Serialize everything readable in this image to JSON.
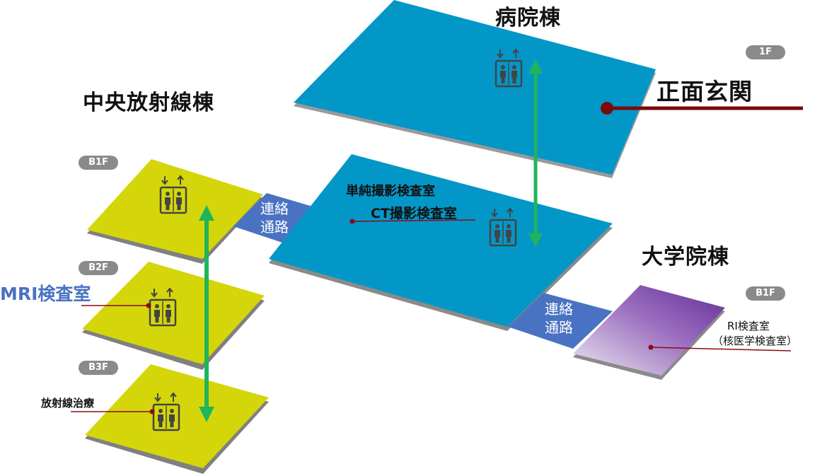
{
  "buildings": {
    "hospital": {
      "title": "病院棟",
      "floor": "1F"
    },
    "central_radiology": {
      "title": "中央放射線棟",
      "floors": [
        "B1F",
        "B2F",
        "B3F"
      ]
    },
    "university": {
      "title": "大学院棟",
      "floor": "B1F"
    }
  },
  "labels": {
    "main_entrance": "正面玄関",
    "general_xray_room": "単純撮影検査室",
    "ct_room": "CT撮影検査室",
    "mri_room": "MRI検査室",
    "radiotherapy": "放射線治療",
    "ri_room_line1": "RI検査室",
    "ri_room_line2": "（核医学検査室）"
  },
  "corridors": {
    "left": [
      "連絡",
      "通路"
    ],
    "right": [
      "連絡",
      "通路"
    ]
  },
  "icons": {
    "elevator": "elevator-icon",
    "vertical_route": "double-arrow-icon",
    "marker": "pin-dot-icon"
  },
  "colors": {
    "hospital_floor": "#0397c8",
    "radiology_floor": "#d4d60a",
    "university_floor_start": "#e8e4ec",
    "university_floor_end": "#6d3aa0",
    "corridor": "#4a72c2",
    "vertical_arrow": "#1fb55a",
    "entrance_line": "#7a0a0a",
    "leader_line": "#8b0a14",
    "mri_text": "#4a72c2",
    "badge": "#8a8a8a"
  }
}
